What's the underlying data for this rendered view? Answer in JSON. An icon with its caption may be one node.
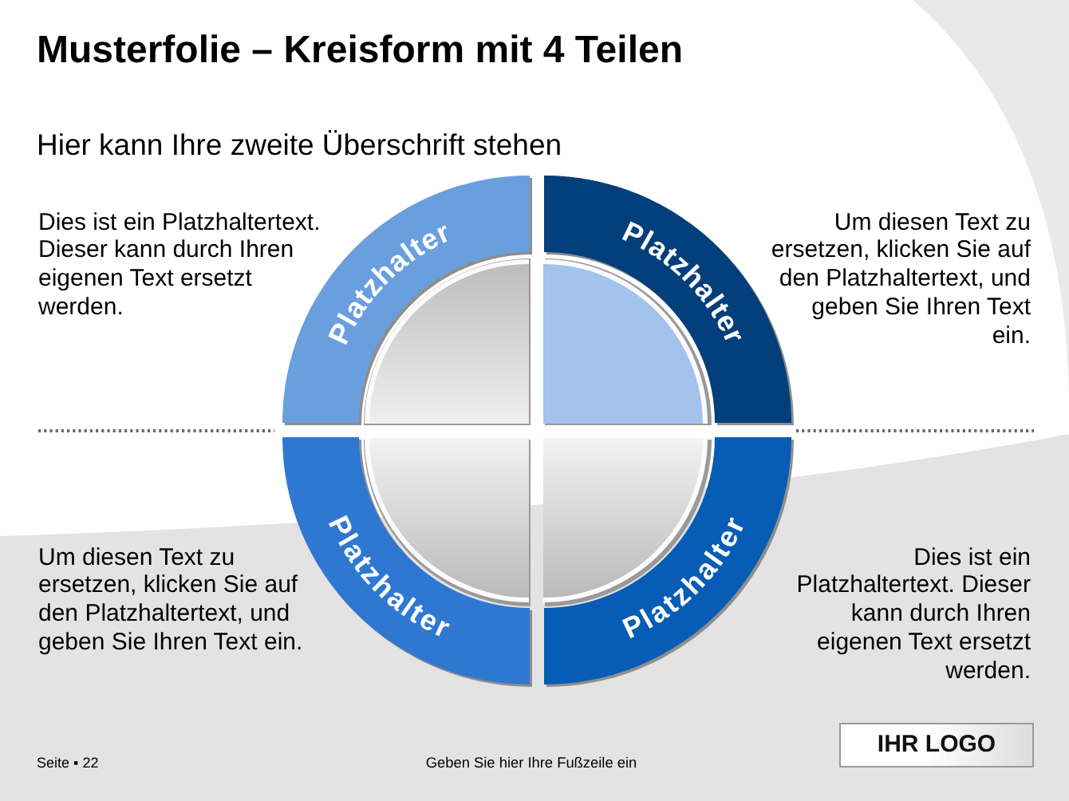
{
  "diagram": {
    "title": "Musterfolie – Kreisform mit 4 Teilen",
    "nodes": [
      {
        "text": [
          "Platzhalter"
        ]
      },
      {
        "text": [
          "Platzhalter"
        ]
      },
      {
        "text": [
          "Platzhalter"
        ]
      },
      {
        "text": [
          "Platzhalter"
        ]
      },
      {
        "text": [
          "IHR LOGO"
        ]
      }
    ],
    "labels": [
      "Hier kann Ihre zweite Überschrift stehen",
      "Dies ist ein Platzhaltertext. Dieser kann durch Ihren eigenen Text ersetzt werden.",
      "Um diesen Text zu ersetzen, klicken Sie auf den Platzhaltertext, und geben Sie Ihren Text ein.",
      "Um diesen Text zu ersetzen, klicken Sie auf den Platzhaltertext, und geben Sie Ihren Text ein.",
      "Dies ist ein Platzhaltertext. Dieser kann durch Ihren eigenen Text ersetzt werden.",
      "Seite ▪ 22",
      "Geben Sie hier Ihre Fußzeile ein"
    ]
  }
}
